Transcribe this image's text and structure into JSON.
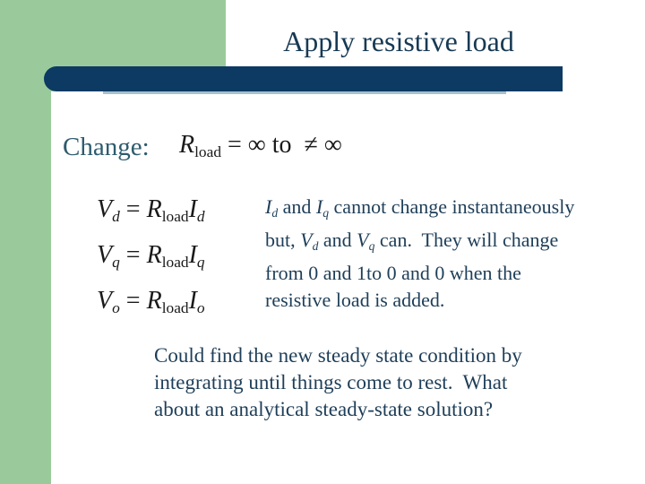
{
  "slide": {
    "title": "Apply resistive load",
    "change": {
      "label": "Change:",
      "equation": {
        "var": "R",
        "var_sub": "load",
        "mid": " = ∞ to  ",
        "tail": "≠ ∞"
      }
    },
    "equations": [
      {
        "lhs": "V",
        "lhs_sub": "d",
        "eq": " = ",
        "rhs_var": "R",
        "rhs_sub": "load",
        "rhs2": "I",
        "rhs2_sub": "d"
      },
      {
        "lhs": "V",
        "lhs_sub": "q",
        "eq": " = ",
        "rhs_var": "R",
        "rhs_sub": "load",
        "rhs2": "I",
        "rhs2_sub": "q"
      },
      {
        "lhs": "V",
        "lhs_sub": "o",
        "eq": " = ",
        "rhs_var": "R",
        "rhs_sub": "load",
        "rhs2": "I",
        "rhs2_sub": "o"
      }
    ],
    "body_text": {
      "l1_v1": "I",
      "l1_s1": "d",
      "l1_t1": " and ",
      "l1_v2": "I",
      "l1_s2": "q",
      "l1_t2": " cannot change instantaneously",
      "l2_t0": "but, ",
      "l2_v1": "V",
      "l2_s1": "d",
      "l2_t1": " and ",
      "l2_v2": "V",
      "l2_s2": "q",
      "l2_t2": " can.  They will change",
      "l3": "from 0 and 1to 0 and 0 when the",
      "l4": "resistive load is added."
    },
    "closing_text": {
      "lines": [
        "Could find the new steady state condition by",
        "integrating until things come to rest.  What",
        "about an analytical steady-state solution?"
      ]
    }
  },
  "colors": {
    "sidebar_green": "#9ACA9B",
    "bar_navy": "#0D3A63",
    "underline_blue": "#A6C1CE",
    "title_text": "#173A54",
    "body_text": "#1E3E58",
    "change_label_text": "#2E5B6E",
    "equation_text": "#1a1a1a"
  }
}
